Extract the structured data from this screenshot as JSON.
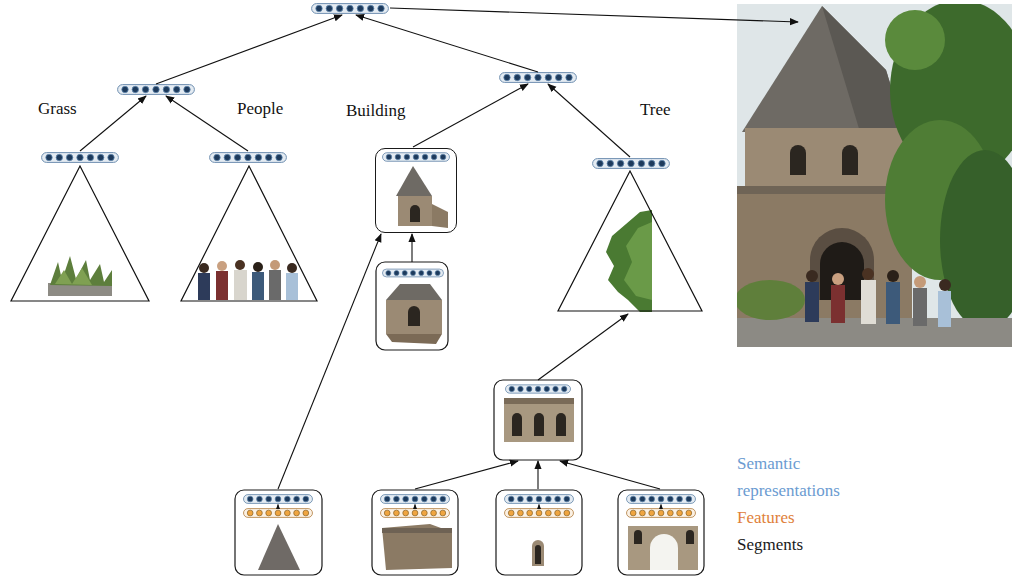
{
  "diagram": {
    "nodes": [
      {
        "text": [
          "Grass"
        ]
      },
      {
        "text": [
          "People"
        ]
      },
      {
        "text": [
          "Building"
        ]
      },
      {
        "text": [
          "Tree"
        ]
      }
    ],
    "legend": [
      {
        "text": "Semantic representations",
        "color": "#6b9bd1"
      },
      {
        "text": "Features",
        "color": "#e0803a"
      },
      {
        "text": "Segments",
        "color": "#1a1a1a"
      }
    ]
  }
}
